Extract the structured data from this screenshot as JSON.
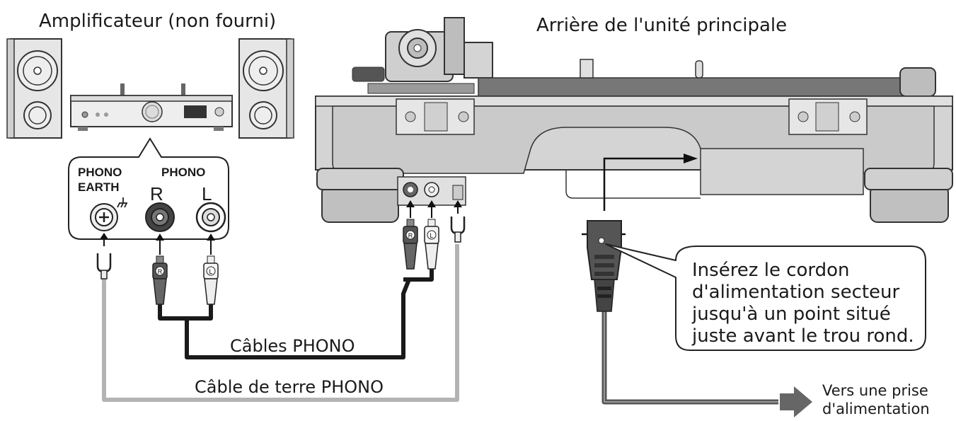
{
  "labels": {
    "amplifier_title": "Amplificateur (non fourni)",
    "main_unit_title": "Arrière de l'unité principale",
    "phono_earth_line1": "PHONO",
    "phono_earth_line2": "EARTH",
    "phono_label": "PHONO",
    "r_label": "R",
    "l_label": "L",
    "plug_r": "R",
    "plug_l": "L",
    "phono_cables": "Câbles PHONO",
    "ground_cable": "Câble de terre PHONO",
    "callout_lines": [
      "Insérez le cordon",
      "d'alimentation secteur",
      "jusqu'à un point situé",
      "juste avant le trou rond."
    ],
    "outlet_lines": [
      "Vers une prise",
      "d'alimentation"
    ]
  },
  "icons": {
    "earth": "earth-ground-icon",
    "arrow": "arrow-icon",
    "outlet_arrow": "outlet-arrow-icon"
  },
  "colors": {
    "cable_black": "#1a1a1a",
    "cable_grey": "#b3b3b3",
    "power_cable": "#555555",
    "body_grey": "#d4d4d4",
    "body_dark": "#bdbdbd",
    "outline": "#333333"
  }
}
